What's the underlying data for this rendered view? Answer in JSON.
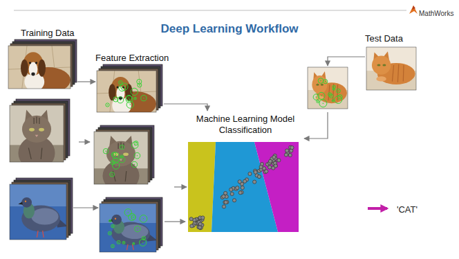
{
  "diagram": {
    "title": "Deep Learning Workflow",
    "nodes": [
      {
        "text": [
          "Training Data"
        ]
      },
      {
        "text": [
          "Feature Extraction"
        ]
      },
      {
        "text": [
          "Machine Learning Model Classification"
        ]
      },
      {
        "text": [
          "Test Data"
        ]
      }
    ],
    "edges": [
      {
        "from": 0,
        "to": 1,
        "arrow": "to"
      },
      {
        "from": 1,
        "to": 2,
        "arrow": "to"
      },
      {
        "from": 3,
        "to": 2,
        "arrow": "to"
      }
    ],
    "labels": [
      "MathWorks",
      "'CAT'"
    ]
  }
}
